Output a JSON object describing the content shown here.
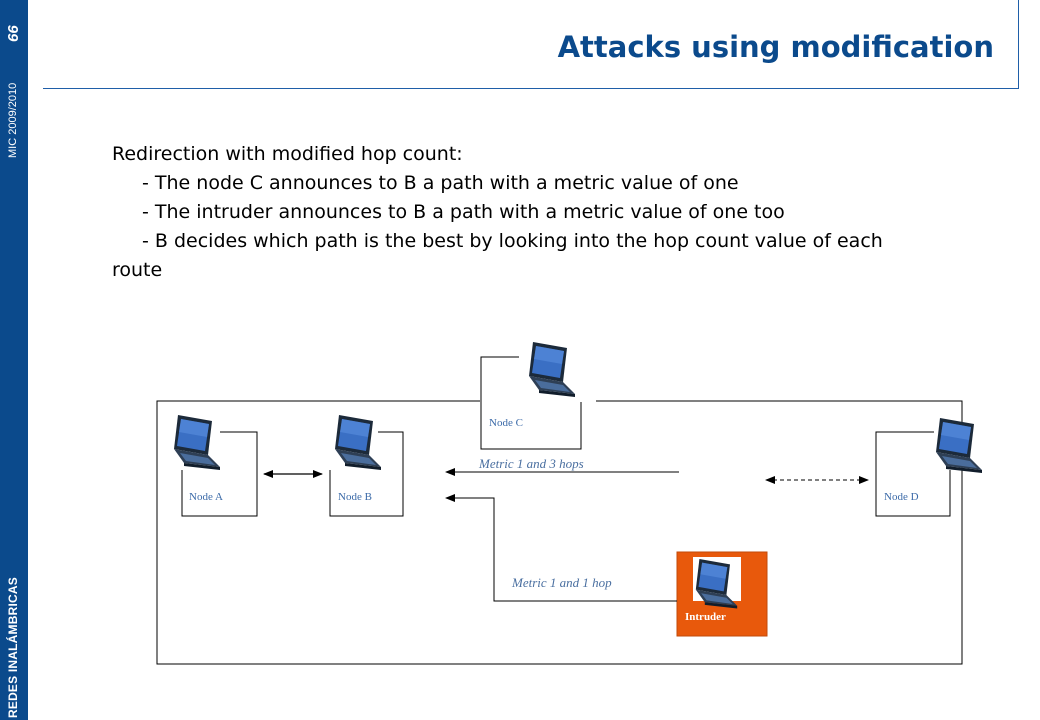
{
  "sidebar": {
    "school": "REDES INALÁMBRICAS",
    "course": "MIC 2009/2010",
    "page_number": "66"
  },
  "header": {
    "title": "Attacks using modification"
  },
  "body": {
    "lines": [
      "Redirection with modified hop count:",
      "- The node C announces to B a path with a metric value of one",
      "- The intruder announces to B a path with a metric value of one too",
      "- B decides which path is the best by looking into the hop count value of each",
      "route"
    ]
  },
  "diagram": {
    "nodes": {
      "a": "Node A",
      "b": "Node B",
      "c": "Node C",
      "d": "Node D",
      "intruder": "Intruder"
    },
    "metrics": {
      "c_path": "Metric  1 and 3 hops",
      "intruder_path": "Metric  1 and 1 hop"
    },
    "colors": {
      "accent": "#0b4a8c",
      "intruder": "#e8590c",
      "laptop": "#3a6fc4"
    },
    "icons": [
      "laptop-icon"
    ]
  }
}
